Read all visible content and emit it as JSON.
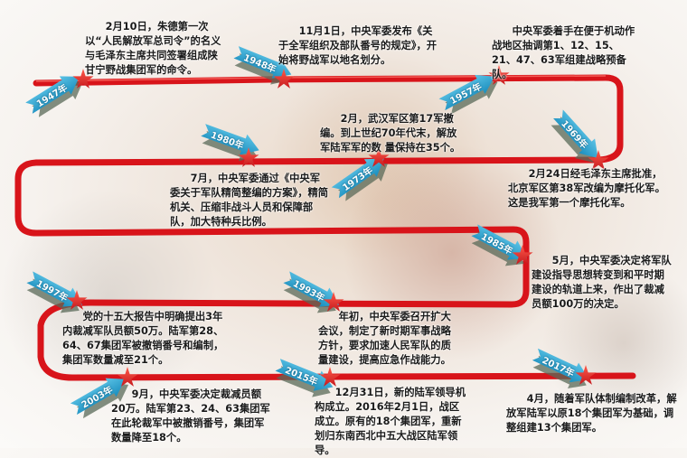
{
  "colors": {
    "ribbon": "#d8141a",
    "year_badge": "#2aa3d4",
    "star": "#e02a2a"
  },
  "events": [
    {
      "year": "1947年",
      "text": "2月10日，朱德第一次以“人民解放军总司令”的名义与毛泽东主席共同签署组成陕甘宁野战集团军的命令。"
    },
    {
      "year": "1948年",
      "text": "11月1日，中央军委发布《关于全军组织及部队番号的规定》，开始将野战军以地名划分。"
    },
    {
      "year": "1957年",
      "text": "中央军委着手在便于机动作战地区抽调第1、12、15、21、47、63军组建战略预备队。"
    },
    {
      "year": "1969年",
      "text": "2月24日经毛泽东主席批准，北京军区第38军改编为摩托化军。这是我军第一个摩托化军。"
    },
    {
      "year": "1973年",
      "text": "2月，武汉军区第17军撤编。到上世纪70年代末，解放军陆军军的数 量保持在35个。"
    },
    {
      "year": "1980年",
      "text": "7月，中央军委通过《中央军委关于军队精简整编的方案》，精简机关、压缩非战斗人员和保障部队，加大特种兵比例。"
    },
    {
      "year": "1985年",
      "text": "5月，中央军委决定将军队建设指导思想转变到和平时期建设的轨道上来，作出了裁减员额100万的决定。"
    },
    {
      "year": "1993年",
      "text": "年初，中央军委召开扩大会议，制定了新时期军事战略方针，要求加速人民军队的质量建设，提高应急作战能力。"
    },
    {
      "year": "1997年",
      "text": "党的十五大报告中明确提出3年内裁减军队员额50万。陆军第28、64、67集团军被撤销番号和编制，集团军数量减至21个。"
    },
    {
      "year": "2003年",
      "text": "9月，中央军委决定裁减员额20万。陆军第23、24、63集团军在此轮裁军中被撤销番号，集团军数量降至18个。"
    },
    {
      "year": "2015年",
      "text": "12月31日，新的陆军领导机构成立。2016年2月1日，战区成立。原有的18个集团军，重新划归东南西北中五大战区陆军领导。"
    },
    {
      "year": "2017年",
      "text": "4月，随着军队体制编制改革，解放军陆军以原18个集团军为基础，调整组建13个集团军。"
    }
  ]
}
